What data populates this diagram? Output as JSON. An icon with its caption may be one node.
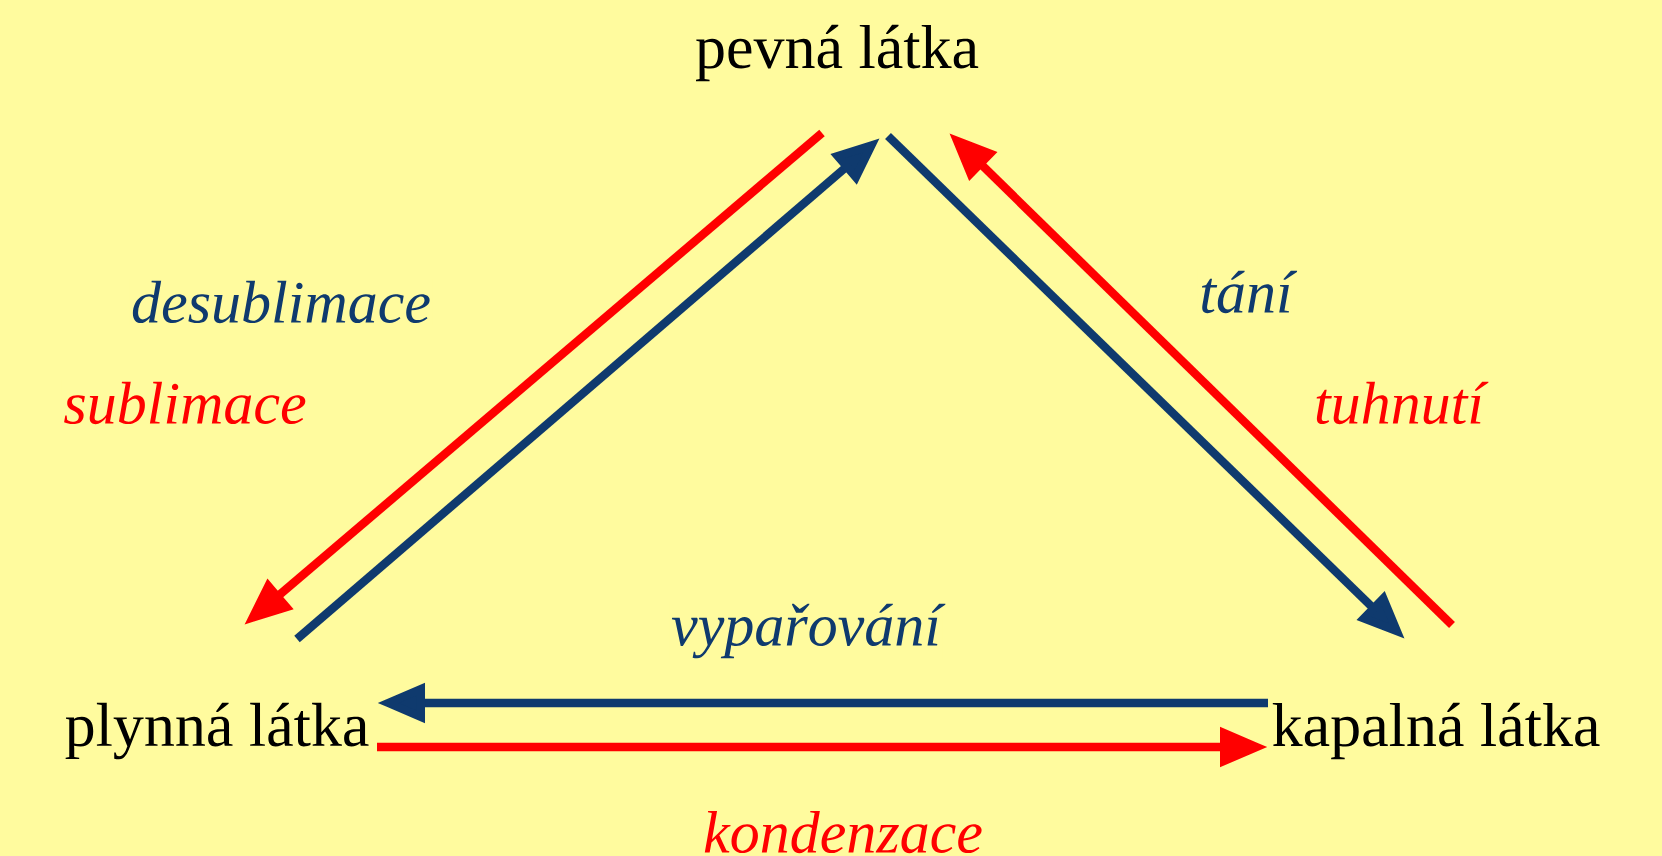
{
  "diagram": {
    "nodes": [
      {
        "text": [
          "pevná látka"
        ]
      },
      {
        "text": [
          "plynná látka"
        ]
      },
      {
        "text": [
          "kapalná látka"
        ]
      }
    ],
    "edges": [
      {
        "from": 0,
        "to": 1,
        "arrow": "to",
        "label": "sublimace",
        "color": "#ff0000"
      },
      {
        "from": 1,
        "to": 0,
        "arrow": "to",
        "label": "desublimace",
        "color": "#0f3a6e"
      },
      {
        "from": 0,
        "to": 2,
        "arrow": "to",
        "label": "tání",
        "color": "#0f3a6e"
      },
      {
        "from": 2,
        "to": 0,
        "arrow": "to",
        "label": "tuhnutí",
        "color": "#ff0000"
      },
      {
        "from": 2,
        "to": 1,
        "arrow": "to",
        "label": "vypařování",
        "color": "#0f3a6e"
      },
      {
        "from": 1,
        "to": 2,
        "arrow": "to",
        "label": "kondenzace",
        "color": "#ff0000"
      }
    ]
  }
}
